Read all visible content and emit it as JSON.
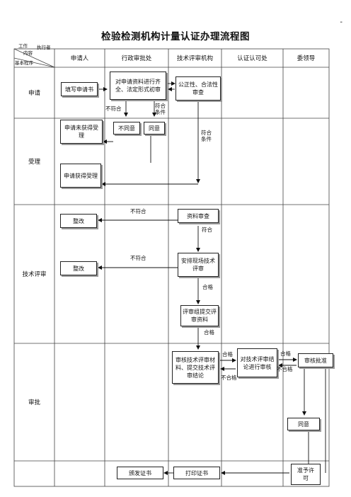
{
  "title": "检验检测机构计量认证办理流程图",
  "corner_mark": "-",
  "header_corner": {
    "actor": "执行者",
    "work": "工作",
    "content": "内容",
    "procedure": "基本程序"
  },
  "columns": [
    "申请人",
    "行政审批处",
    "技术评审机构",
    "认证认可处",
    "委领导"
  ],
  "stages": [
    "申请",
    "受理",
    "技术评审",
    "审批"
  ],
  "nodes": {
    "fill_form": "填写申请书",
    "review_docs": "对申请资料进行齐全、法定形式初审",
    "fairness_check": "公正性、合法性审查",
    "not_accepted": "申请未获得受理",
    "disagree": "不同意",
    "agree_1": "同意",
    "accepted": "申请获得受理",
    "rectify_1": "整改",
    "doc_review": "资料审查",
    "rectify_2": "整改",
    "onsite_review": "安排现场技术评审",
    "submit_materials": "评审组提交评审资料",
    "audit_tech": "审核技术评审材料、提交技术评审结论",
    "audit_conclusion": "对技术评审结论进行审核",
    "approve_leader": "审核批准",
    "agree_2": "同意",
    "issue_cert": "颁发证书",
    "print_cert": "打印证书",
    "grant_permit": "准予许可"
  },
  "labels": {
    "not_conform_1": "不符合",
    "conform_1": "符合条件",
    "conform_2": "符合条件",
    "not_conform_2": "不符合",
    "conform_3": "符合",
    "not_conform_3": "不符合",
    "pass_1": "合格",
    "pass_2": "合格",
    "pass_3": "合格",
    "fail_1": "不合格",
    "pass_4": "合格",
    "fail_2": "不合格"
  }
}
